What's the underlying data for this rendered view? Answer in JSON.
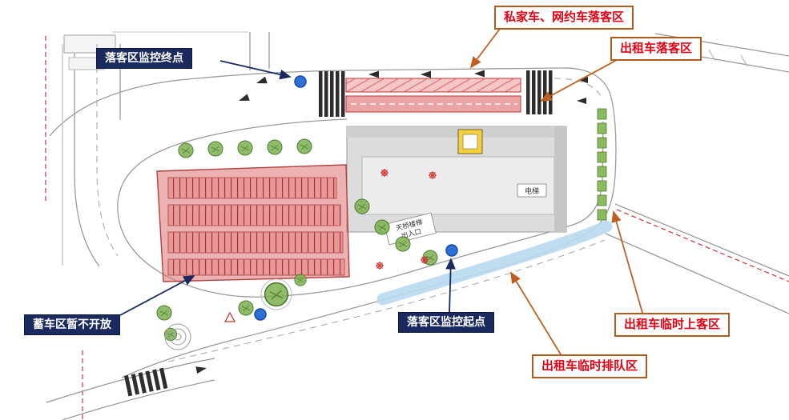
{
  "page": {
    "type": "station-site-plan-slide",
    "background": "#ffffff"
  },
  "colors": {
    "navy": "#1b2a5e",
    "callout_red": "#e60012",
    "callout_orange_border": "#b05a1e",
    "leader_orange": "#c06020",
    "leader_navy": "#1b2a5e",
    "lane_red_fill": "#f5c6c6",
    "lane_red_fill2": "#eba4a4",
    "lane_red_border": "#c23434",
    "parking_zone_red": "#d97f7f",
    "building_gray": "#dcdcdc",
    "walkway_blue": "#b9d8ef",
    "tree_green": "#7db04f",
    "monitor_dot_blue": "#2e6fd8"
  },
  "callouts": {
    "monitor_end": {
      "label": "落客区监控终点",
      "style": "navy"
    },
    "private_dropoff": {
      "label": "私家车、网约车落客区",
      "style": "orange"
    },
    "taxi_dropoff": {
      "label": "出租车落客区",
      "style": "orange"
    },
    "holding_closed": {
      "label": "蓄车区暂不开放",
      "style": "navy"
    },
    "monitor_start": {
      "label": "落客区监控起点",
      "style": "navy"
    },
    "taxi_queue": {
      "label": "出租车临时排队区",
      "style": "orange"
    },
    "taxi_pickup": {
      "label": "出租车临时上客区",
      "style": "orange"
    }
  },
  "plan_labels": {
    "elevator": "电梯",
    "footbridge_stairs": "天桥楼梯",
    "entrance": "出入口"
  }
}
